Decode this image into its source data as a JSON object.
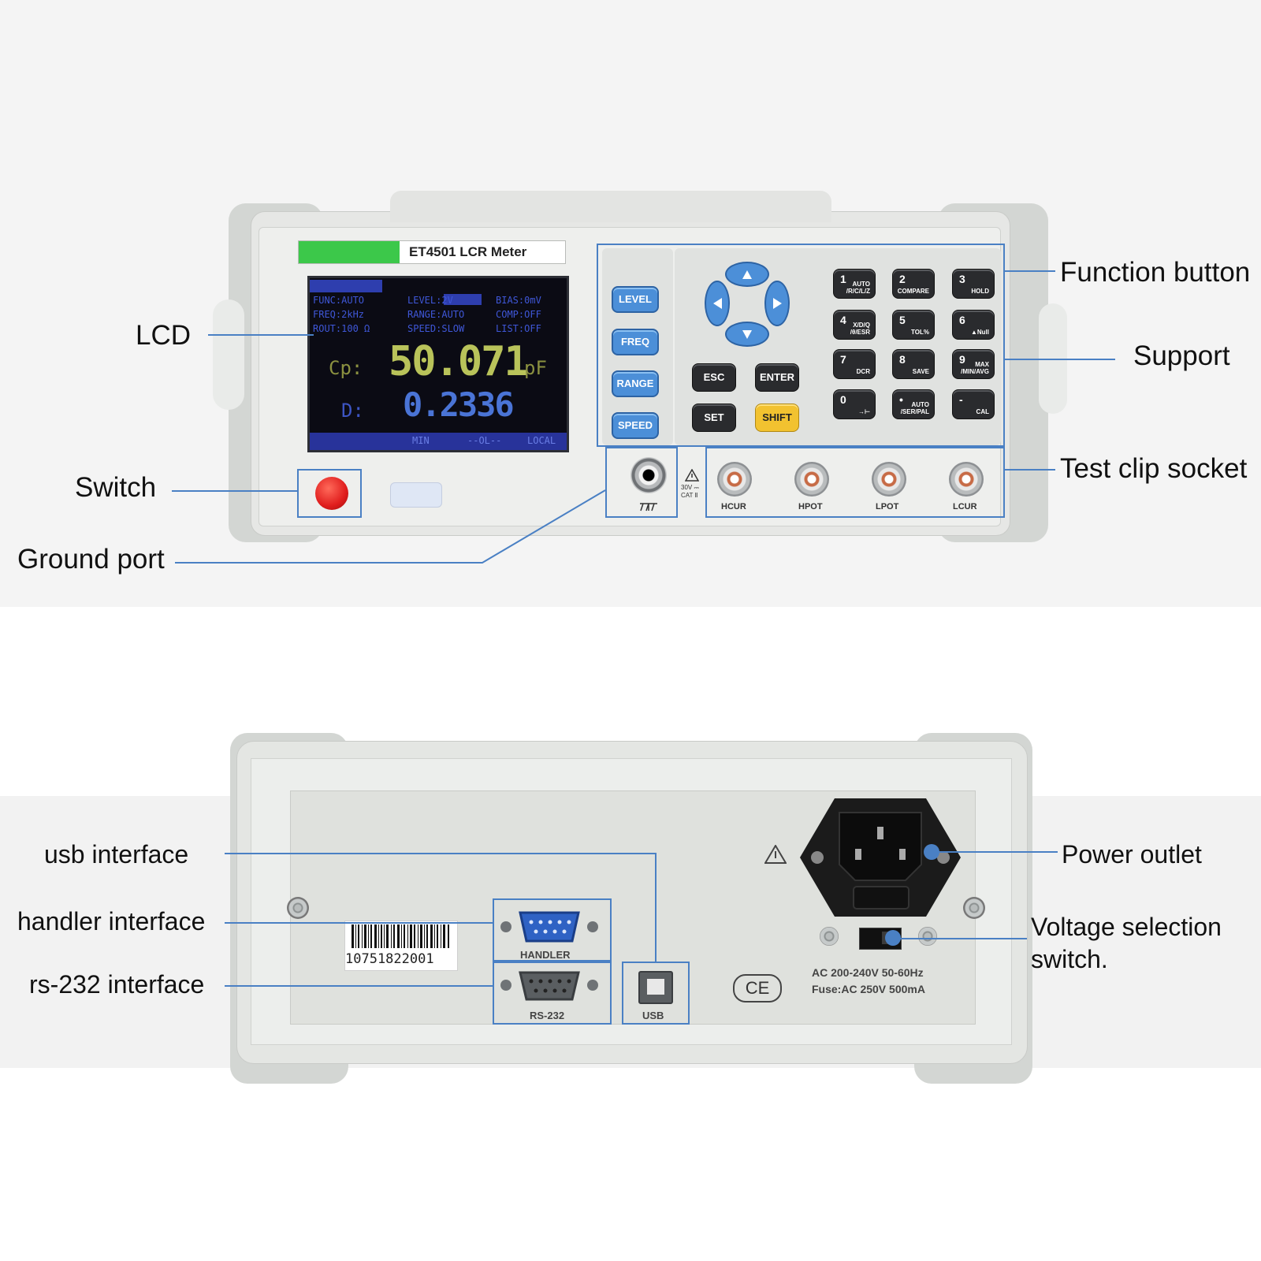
{
  "front": {
    "title": "ET4501 LCR Meter",
    "lcd": {
      "row1": [
        "FUNC:AUTO",
        "LEVEL:2V",
        "BIAS:0mV"
      ],
      "row2": [
        "FREQ:2kHz",
        "RANGE:AUTO",
        "COMP:OFF"
      ],
      "row3": [
        "ROUT:100 Ω",
        "SPEED:SLOW",
        "LIST:OFF"
      ],
      "param1": "Cp:",
      "value1": "50.071",
      "unit1": "pF",
      "param2": "D:",
      "value2": "0.2336",
      "status": [
        "MIN",
        "--OL--",
        "LOCAL"
      ]
    },
    "side_buttons": [
      "LEVEL",
      "FREQ",
      "RANGE",
      "SPEED"
    ],
    "keys": [
      {
        "num": "1",
        "sub": "AUTO\n/R/C/L/Z"
      },
      {
        "num": "2",
        "sub": "COMPARE"
      },
      {
        "num": "3",
        "sub": "HOLD"
      },
      {
        "num": "4",
        "sub": "X/D/Q\n/θ/ESR"
      },
      {
        "num": "5",
        "sub": "TOL%"
      },
      {
        "num": "6",
        "sub": "▲Null"
      },
      {
        "num": "7",
        "sub": "DCR"
      },
      {
        "num": "8",
        "sub": "SAVE"
      },
      {
        "num": "9",
        "sub": "MAX\n/MIN/AVG"
      },
      {
        "num": "0",
        "sub": "→⊢"
      },
      {
        "num": "•",
        "sub": "AUTO\n/SER/PAL"
      },
      {
        "num": "-",
        "sub": "CAL"
      }
    ],
    "esc": "ESC",
    "enter": "ENTER",
    "set": "SET",
    "shift": "SHIFT",
    "warn_text": "30V ⎓\nCAT Ⅱ",
    "bnc_labels": [
      "HCUR",
      "HPOT",
      "LPOT",
      "LCUR"
    ]
  },
  "rear": {
    "barcode_number": "10751822001",
    "handler_label": "HANDLER",
    "rs232_label": "RS-232",
    "usb_label": "USB",
    "ce_mark": "CE",
    "power_spec": "AC 200-240V 50-60Hz",
    "fuse_spec": "Fuse:AC 250V 500mA"
  },
  "callouts": {
    "lcd": "LCD",
    "switch": "Switch",
    "ground_port": "Ground port",
    "function_button": "Function button",
    "support": "Support",
    "test_clip_socket": "Test clip socket",
    "usb_interface": "usb interface",
    "handler_interface": "handler interface",
    "rs232_interface": "rs-232 interface",
    "power_outlet": "Power outlet",
    "voltage_selection": "Voltage selection switch."
  },
  "colors": {
    "leader": "#4a80c4",
    "shift_key": "#f2c230",
    "power_button": "#e01d1d",
    "lcd_value": "#b9c35a",
    "lcd_value2": "#4a74d6"
  }
}
